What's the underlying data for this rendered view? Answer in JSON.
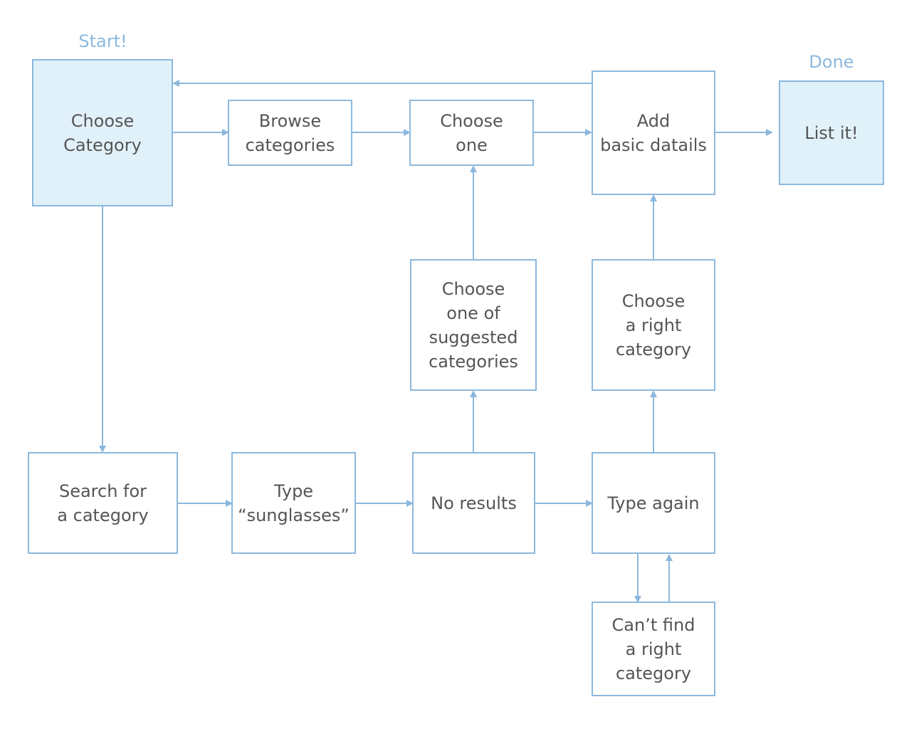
{
  "colors": {
    "line": "#8cb8dd",
    "box_border": "#8cb8dd",
    "highlight_fill": "#e1f1fa",
    "text": "#555555",
    "caption": "#8cb8dd",
    "background": "#ffffff"
  },
  "captions": {
    "start": "Start!",
    "done": "Done"
  },
  "nodes": {
    "choose_category": "Choose\nCategory",
    "browse_categories": "Browse\ncategories",
    "choose_one": "Choose\none",
    "add_basic_details": "Add\nbasic datails",
    "list_it": "List it!",
    "choose_suggested": "Choose\none of\nsuggested\ncategories",
    "choose_right_category": "Choose\na right\ncategory",
    "search_category": "Search for\na category",
    "type_sunglasses": "Type\n“sunglasses”",
    "no_results": "No results",
    "type_again": "Type again",
    "cant_find": "Can’t find\na right\ncategory"
  },
  "edges": [
    {
      "from": "choose_category",
      "to": "browse_categories"
    },
    {
      "from": "browse_categories",
      "to": "choose_one"
    },
    {
      "from": "choose_one",
      "to": "add_basic_details"
    },
    {
      "from": "add_basic_details",
      "to": "list_it"
    },
    {
      "from": "add_basic_details",
      "to": "choose_category"
    },
    {
      "from": "choose_category",
      "to": "search_category"
    },
    {
      "from": "search_category",
      "to": "type_sunglasses"
    },
    {
      "from": "type_sunglasses",
      "to": "no_results"
    },
    {
      "from": "no_results",
      "to": "type_again"
    },
    {
      "from": "no_results",
      "to": "choose_suggested"
    },
    {
      "from": "choose_suggested",
      "to": "choose_one"
    },
    {
      "from": "type_again",
      "to": "choose_right_category"
    },
    {
      "from": "choose_right_category",
      "to": "add_basic_details"
    },
    {
      "from": "type_again",
      "to": "cant_find"
    },
    {
      "from": "cant_find",
      "to": "type_again"
    }
  ]
}
